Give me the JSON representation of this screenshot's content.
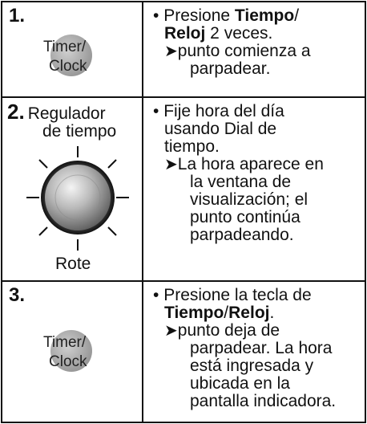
{
  "rows": [
    {
      "step": "1.",
      "button": {
        "line1": "Timer/",
        "line2": "Clock"
      },
      "text": {
        "bullet": "•",
        "pre": "Presione ",
        "bold1": "Tiempo",
        "slash": "/",
        "bold2": "Reloj",
        "post": " 2 veces.",
        "arrow": "➤",
        "sub1": "punto comienza a",
        "sub2": "parpadear."
      }
    },
    {
      "step": "2.",
      "dial": {
        "label_line1": "Regulador",
        "label_line2": "de tiempo",
        "caption": "Rote"
      },
      "text": {
        "bullet": "•",
        "line1": "Fije hora del día",
        "line2": "usando Dial de",
        "line3": "tiempo.",
        "arrow": "➤",
        "sub1": "La hora aparece en",
        "sub2": "la ventana de",
        "sub3": "visualización; el",
        "sub4": "punto continúa",
        "sub5": "parpadeando."
      }
    },
    {
      "step": "3.",
      "button": {
        "line1": "Timer/",
        "line2": "Clock"
      },
      "text": {
        "bullet": "•",
        "line1": "Presione la tecla de",
        "bold1": "Tiempo",
        "slash": "/",
        "bold2": "Reloj",
        "period": ".",
        "arrow": "➤",
        "sub1": "punto deja de",
        "sub2": "parpadear. La hora",
        "sub3": "está ingresada y",
        "sub4": "ubicada en la",
        "sub5": "pantalla indicadora."
      }
    }
  ]
}
